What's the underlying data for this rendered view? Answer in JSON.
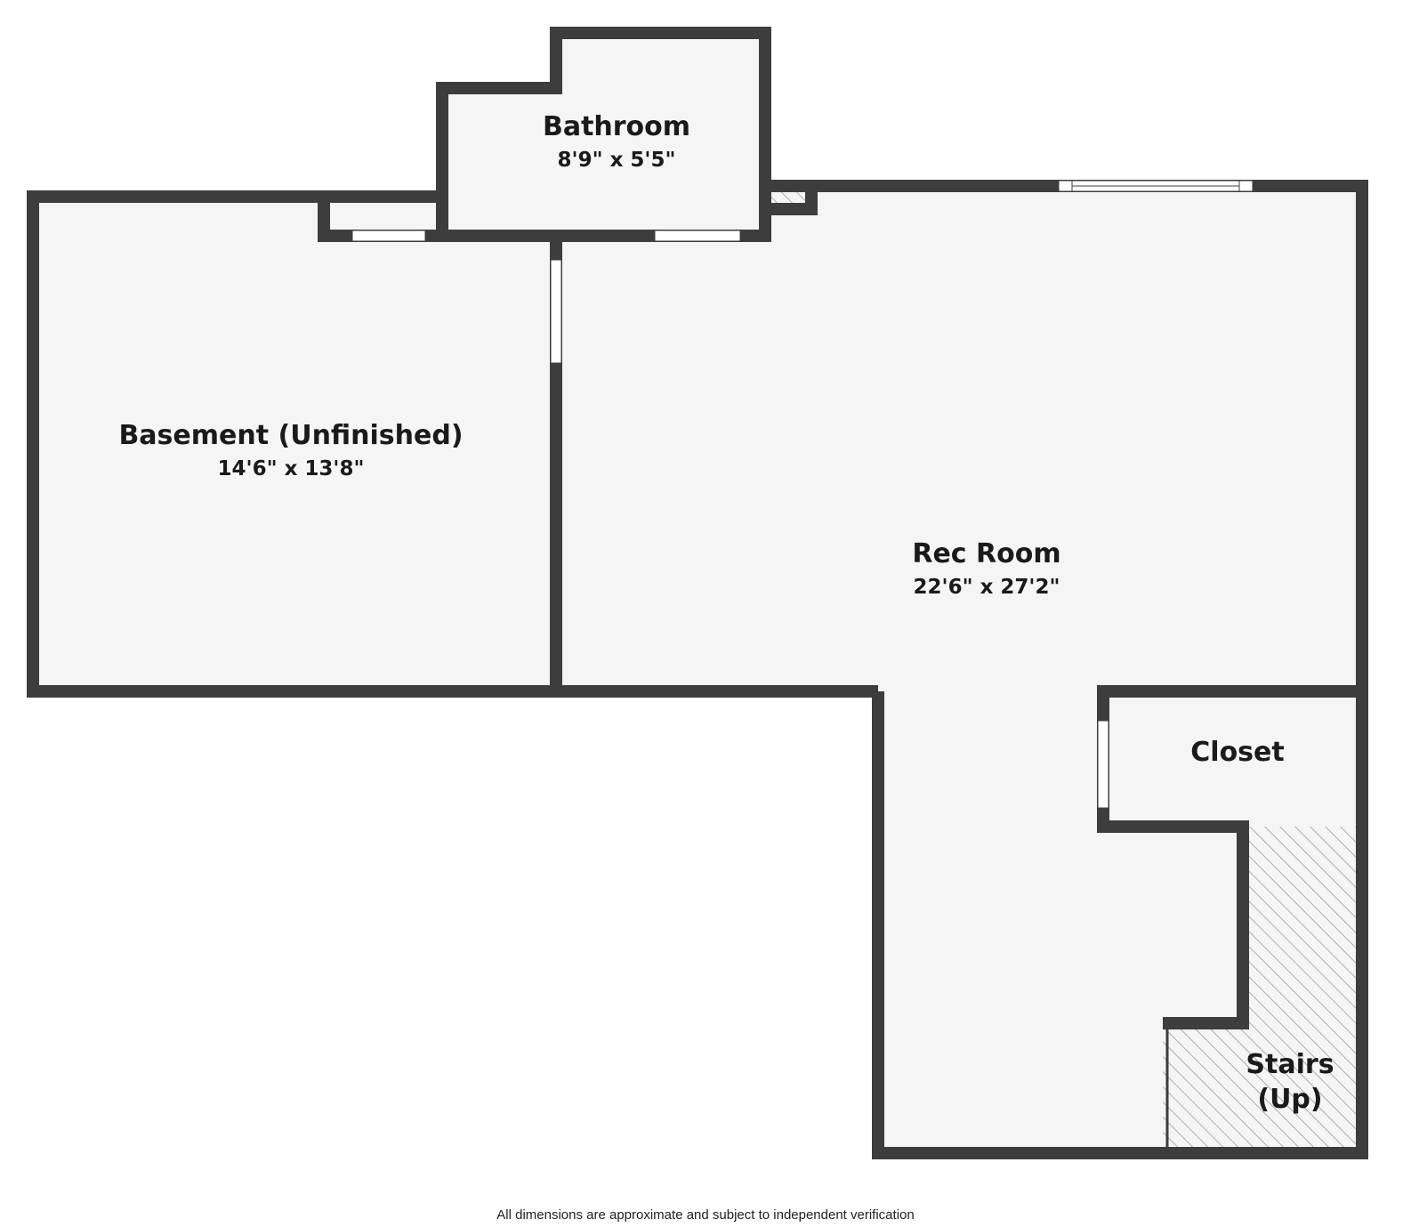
{
  "rooms": {
    "basement": {
      "name": "Basement (Unfinished)",
      "dimensions": "14'6\" x 13'8\""
    },
    "bathroom": {
      "name": "Bathroom",
      "dimensions": "8'9\" x 5'5\""
    },
    "rec_room": {
      "name": "Rec Room",
      "dimensions": "22'6\" x 27'2\""
    },
    "closet": {
      "name": "Closet"
    },
    "stairs": {
      "name_line1": "Stairs",
      "name_line2": "(Up)"
    }
  },
  "footer": {
    "disclaimer": "All dimensions are approximate and subject to independent verification"
  },
  "colors": {
    "wall": "#3d3d3d",
    "floor": "#f5f5f5",
    "hatch": "#9a9a9a",
    "background": "#ffffff"
  }
}
